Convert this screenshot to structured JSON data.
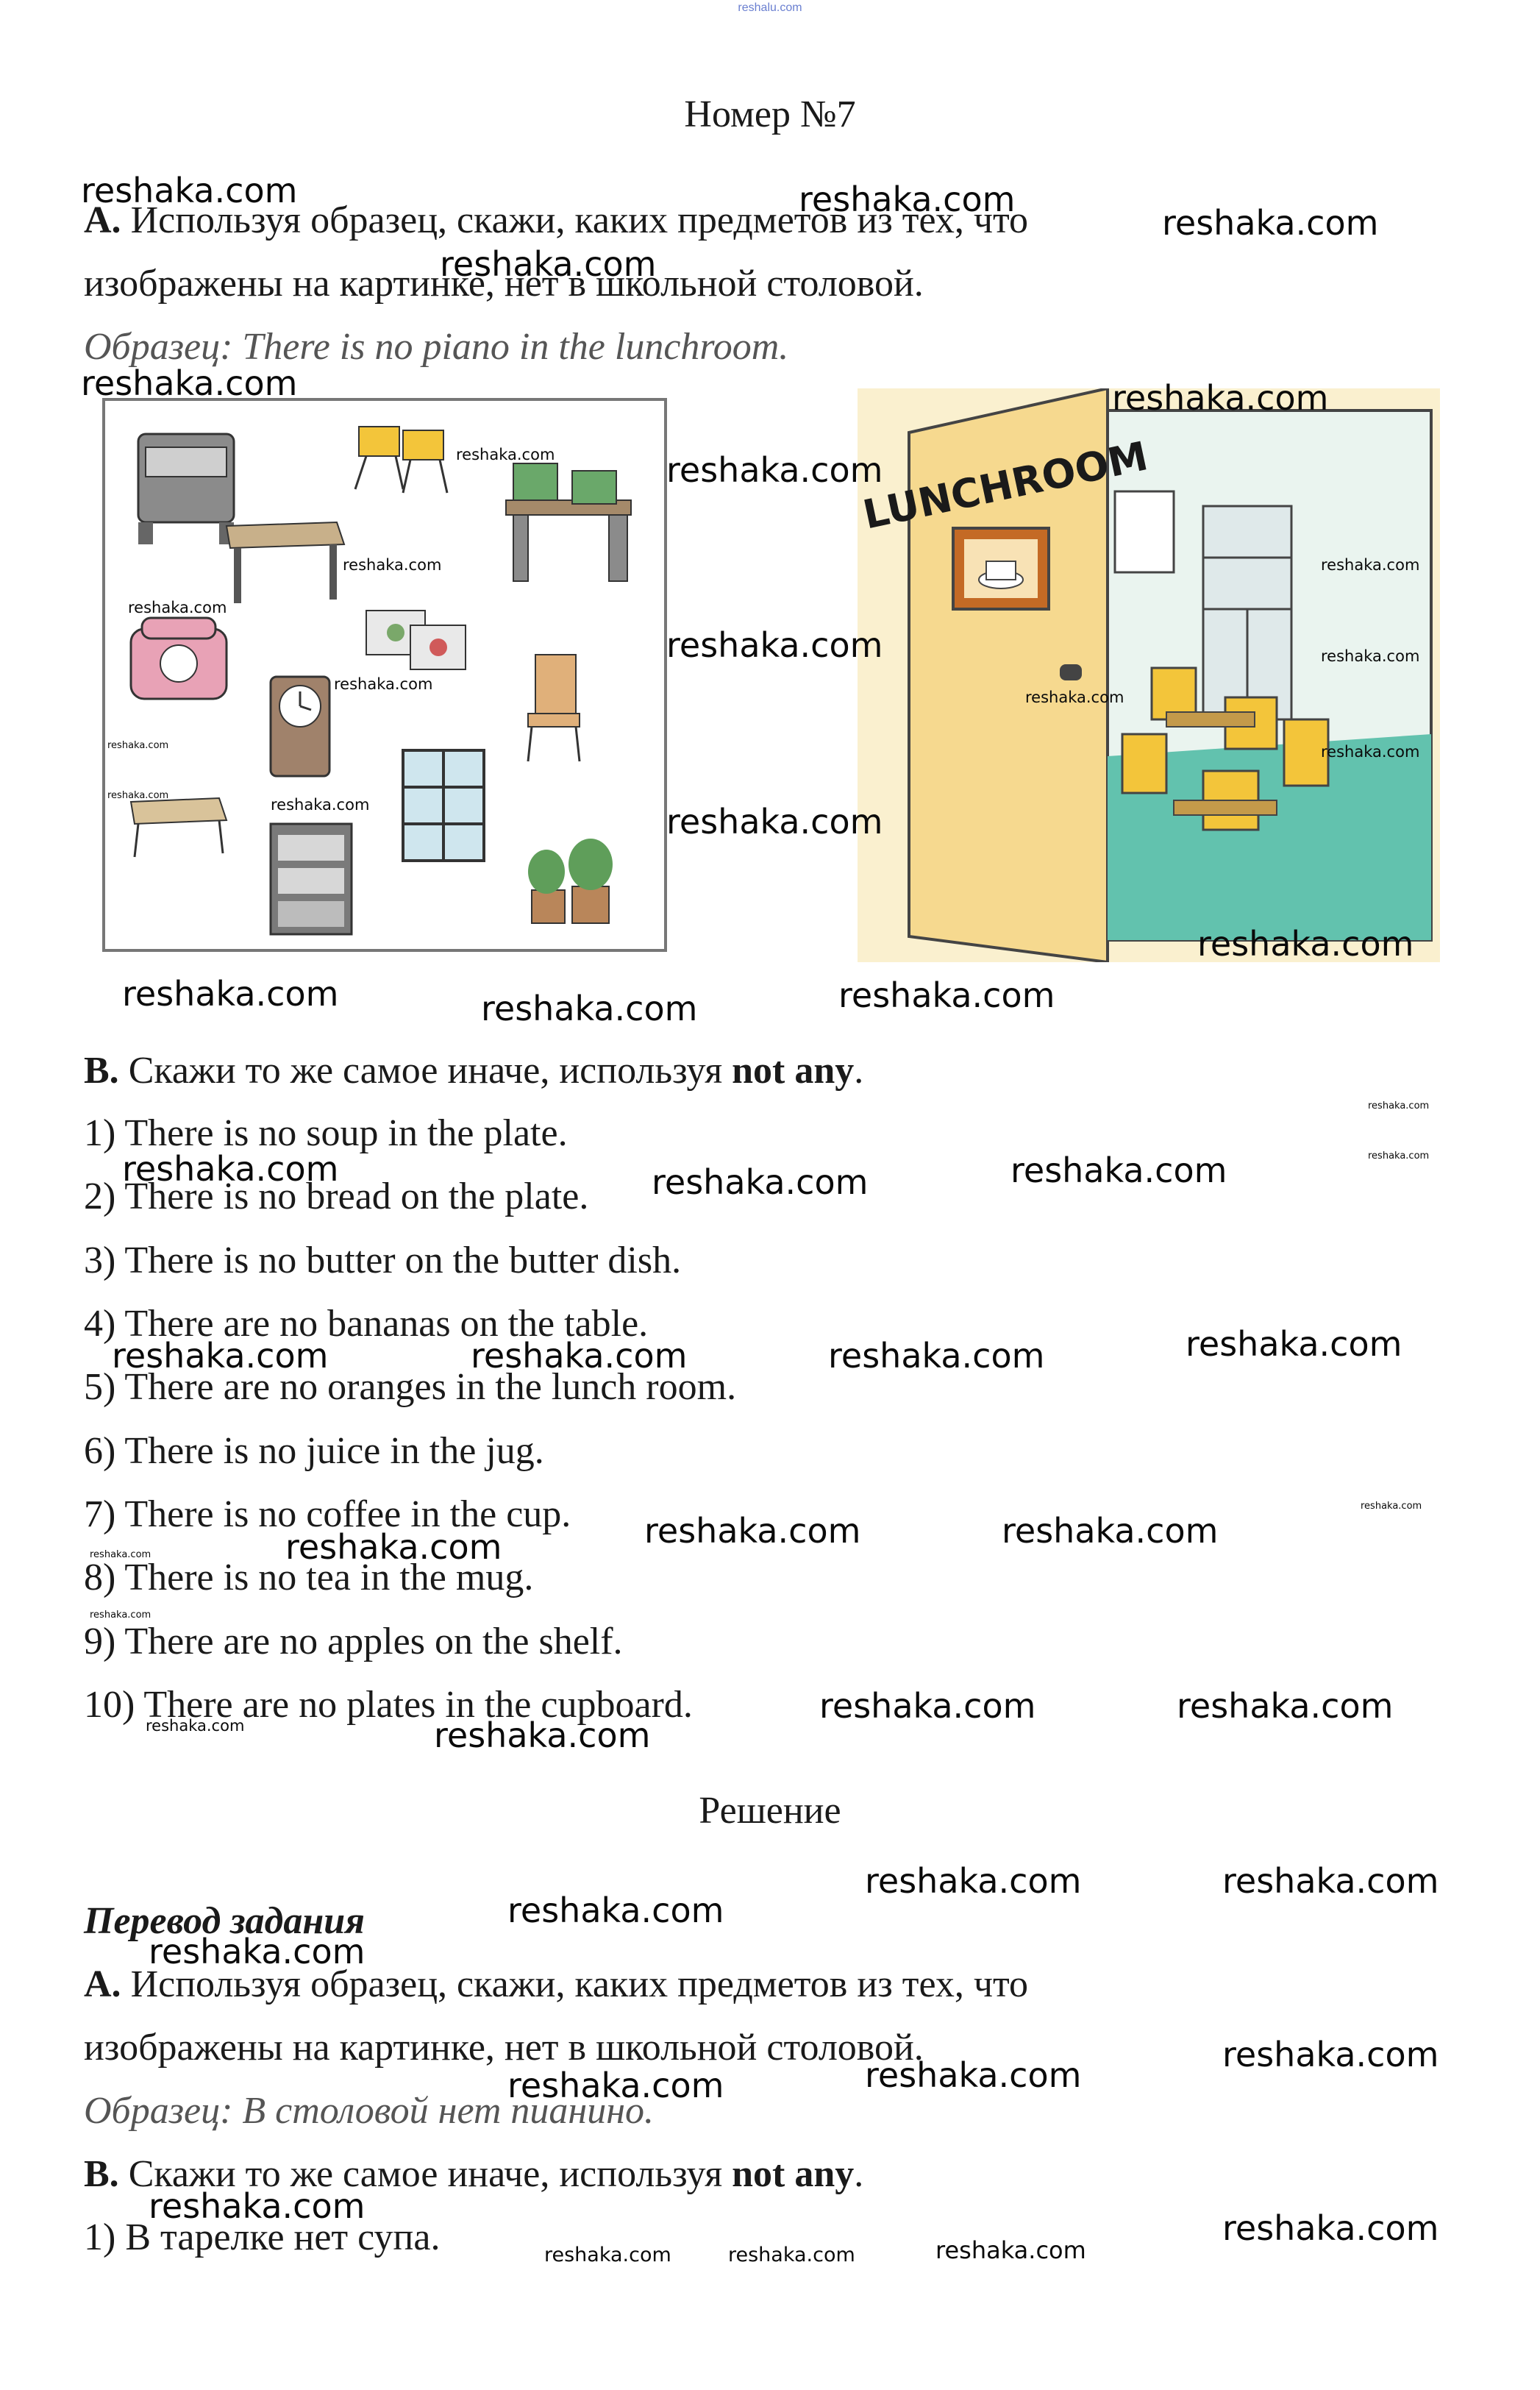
{
  "top_link": "reshalu.com",
  "title": "Номер №7",
  "task_a": {
    "label": "A.",
    "line1": "Используя образец, скажи, каких предметов из тех, что",
    "line2": "изображены на картинке, нет в школьной столовой.",
    "example": "Образец: There is no piano in the lunchroom."
  },
  "lunchroom_sign": "LUNCHROOM",
  "task_b": {
    "label": "B.",
    "text": "Скажи то же самое иначе, используя",
    "emphasis": "not any",
    "end": "."
  },
  "sentences": [
    "1) There is no soup in the plate.",
    "2) There is no bread on the plate.",
    "3) There is no butter on the butter dish.",
    "4) There are no bananas on the table.",
    "5) There are no oranges in the lunch room.",
    "6) There is no juice in the jug.",
    "7) There is no coffee in the cup.",
    "8) There is no tea in the mug.",
    "9) There are no apples on the shelf.",
    "10) There are no plates in the cupboard."
  ],
  "solution_heading": "Решение",
  "translation_heading": "Перевод задания",
  "translation": {
    "a_label": "A.",
    "a_line1": "Используя образец, скажи, каких предметов из тех, что",
    "a_line2": "изображены на картинке, нет в школьной столовой.",
    "a_example": "Образец: В столовой нет пианино.",
    "b_label": "B.",
    "b_text": "Скажи то же самое иначе, используя",
    "b_emphasis": "not any",
    "b_end": ".",
    "b_item1": "1) В тарелке нет супа."
  },
  "watermark": "reshaka.com",
  "colors": {
    "door": "#f6d98f",
    "wall": "#faf0cf",
    "floor": "#62c2ae",
    "chair": "#f3c53a",
    "frame": "#c46a25"
  }
}
